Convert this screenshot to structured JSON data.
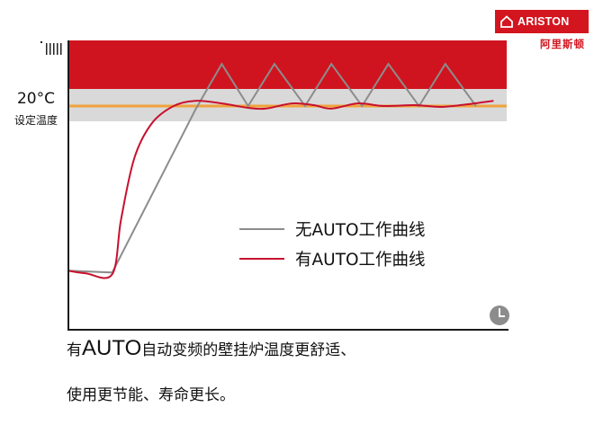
{
  "brand": {
    "name": "ARISTON",
    "name_cn": "阿里斯顿",
    "color": "#d3151f"
  },
  "chart_data": {
    "type": "line",
    "title": "",
    "xlabel": "",
    "ylabel": "",
    "setpoint_label": "20°C",
    "setpoint_caption": "设定温度",
    "colors": {
      "heat_zone": "#d0141f",
      "comfort_band": "#d9d9d9",
      "setpoint_line": "#f0a23b",
      "no_auto": "#8c8c8c",
      "auto": "#c8102e",
      "axis": "#1a1a1a"
    },
    "x_axis_icon": "clock-icon",
    "y_axis_icon": "signal-bars-icon",
    "series": [
      {
        "name": "无AUTO工作曲线",
        "key": "no_auto",
        "points": [
          [
            0,
            6
          ],
          [
            10,
            5
          ],
          [
            29,
            98
          ],
          [
            35,
            124
          ],
          [
            41,
            100
          ],
          [
            47,
            124
          ],
          [
            54,
            100
          ],
          [
            60,
            124
          ],
          [
            67,
            100
          ],
          [
            73,
            124
          ],
          [
            80,
            100
          ],
          [
            86,
            124
          ],
          [
            93,
            100
          ]
        ]
      },
      {
        "name": "有AUTO工作曲线",
        "key": "auto",
        "points": [
          [
            0,
            6
          ],
          [
            4,
            4.5
          ],
          [
            10,
            4
          ],
          [
            12,
            35
          ],
          [
            15,
            70
          ],
          [
            19,
            90
          ],
          [
            24,
            100
          ],
          [
            29,
            103
          ],
          [
            35,
            101.5
          ],
          [
            41,
            99
          ],
          [
            45,
            98.5
          ],
          [
            51,
            101.5
          ],
          [
            56,
            100.5
          ],
          [
            60,
            98.5
          ],
          [
            66,
            101.5
          ],
          [
            72,
            100
          ],
          [
            79,
            100.5
          ],
          [
            85,
            99.5
          ],
          [
            91,
            101
          ],
          [
            97,
            103
          ]
        ]
      }
    ]
  },
  "caption": {
    "line1_prefix": "有",
    "line1_highlight": "AUTO",
    "line1_suffix": "自动变频的壁挂炉温度更舒适、",
    "line2": "使用更节能、寿命更长。"
  }
}
